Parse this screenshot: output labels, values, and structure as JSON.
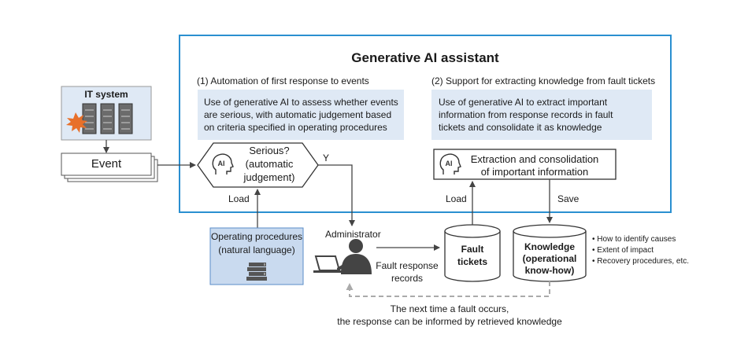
{
  "title": "Generative AI assistant",
  "colors": {
    "frame": "#2a8fd0",
    "desc_bg": "#dfe9f5",
    "ops_bg": "#c9daef",
    "ops_border": "#5a8cc8",
    "line": "#444444",
    "burst": "#e8702a",
    "dashed": "#aaaaaa"
  },
  "section1": {
    "heading": "(1) Automation of first response to events",
    "desc": [
      "Use of generative AI to assess whether events",
      "are serious, with automatic judgement based",
      "on criteria specified in operating procedures"
    ]
  },
  "section2": {
    "heading": "(2) Support for extracting knowledge from fault tickets",
    "desc": [
      "Use of generative AI to extract important",
      "information from response records in fault",
      "tickets and consolidate it as knowledge"
    ]
  },
  "it_system": {
    "label": "IT system",
    "icon": "server-rack-icon"
  },
  "event": {
    "label": "Event"
  },
  "decision": {
    "lines": [
      "Serious?",
      "(automatic",
      "judgement)"
    ],
    "yes_label": "Y",
    "icon": "ai-head-icon"
  },
  "load_left": "Load",
  "operating_procedures": {
    "lines": [
      "Operating procedures",
      "(natural language)"
    ],
    "icon": "books-icon"
  },
  "administrator": {
    "label": "Administrator",
    "icon": "person-laptop-icon"
  },
  "fault_response_records": [
    "Fault response",
    "records"
  ],
  "fault_tickets": {
    "lines": [
      "Fault",
      "tickets"
    ],
    "icon": "database-icon"
  },
  "extraction": {
    "lines": [
      "Extraction and consolidation",
      "of important information"
    ],
    "icon": "ai-head-icon"
  },
  "load_right": "Load",
  "save": "Save",
  "knowledge": {
    "lines": [
      "Knowledge",
      "(operational",
      "know-how)"
    ],
    "icon": "database-icon"
  },
  "knowledge_items": [
    "How to identify causes",
    "Extent of impact",
    "Recovery procedures, etc."
  ],
  "footer": [
    "The next time a fault occurs,",
    "the response can be informed by retrieved knowledge"
  ]
}
